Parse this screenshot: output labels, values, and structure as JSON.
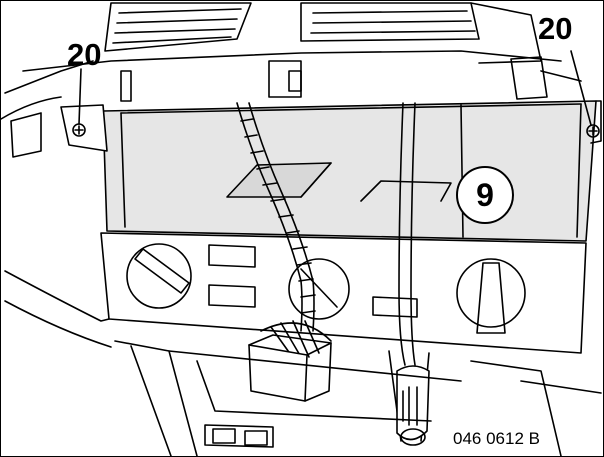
{
  "callouts": {
    "screw_left": "20",
    "screw_right": "20",
    "panel": "9"
  },
  "figure_code": "046 0612 B",
  "colors": {
    "line": "#000000",
    "highlight_fill": "#e6e6e6",
    "background": "#ffffff"
  }
}
